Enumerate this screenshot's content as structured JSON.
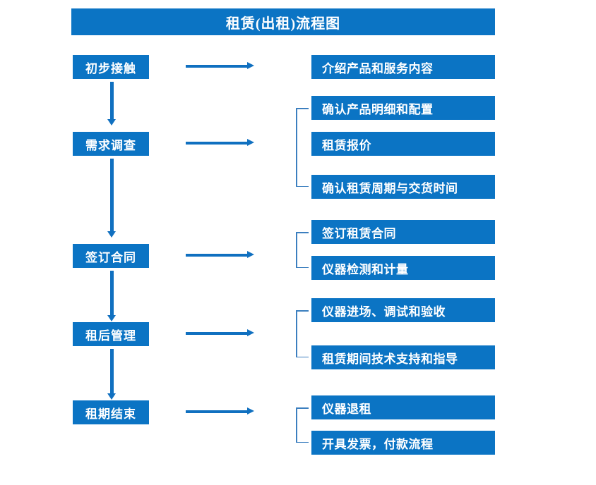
{
  "diagram": {
    "title": "租赁(出租)流程图",
    "colors": {
      "box_fill": "#0B74C4",
      "box_text": "#FFFFFF",
      "arrow": "#1070C0",
      "bracket": "#3C7FBF",
      "background": "#FFFFFF"
    },
    "stages": [
      {
        "id": "stage-1",
        "label": "初步接触",
        "details": [
          {
            "id": "detail-1-1",
            "label": "介绍产品和服务内容"
          }
        ],
        "has_bracket": false
      },
      {
        "id": "stage-2",
        "label": "需求调查",
        "details": [
          {
            "id": "detail-2-1",
            "label": "确认产品明细和配置"
          },
          {
            "id": "detail-2-2",
            "label": "租赁报价"
          },
          {
            "id": "detail-2-3",
            "label": "确认租赁周期与交货时间"
          }
        ],
        "has_bracket": true
      },
      {
        "id": "stage-3",
        "label": "签订合同",
        "details": [
          {
            "id": "detail-3-1",
            "label": "签订租赁合同"
          },
          {
            "id": "detail-3-2",
            "label": "仪器检测和计量"
          }
        ],
        "has_bracket": true
      },
      {
        "id": "stage-4",
        "label": "租后管理",
        "details": [
          {
            "id": "detail-4-1",
            "label": "仪器进场、调试和验收"
          },
          {
            "id": "detail-4-2",
            "label": "租赁期间技术支持和指导"
          }
        ],
        "has_bracket": true
      },
      {
        "id": "stage-5",
        "label": "租期结束",
        "details": [
          {
            "id": "detail-5-1",
            "label": "仪器退租"
          },
          {
            "id": "detail-5-2",
            "label": "开具发票，付款流程"
          }
        ],
        "has_bracket": true
      }
    ]
  }
}
